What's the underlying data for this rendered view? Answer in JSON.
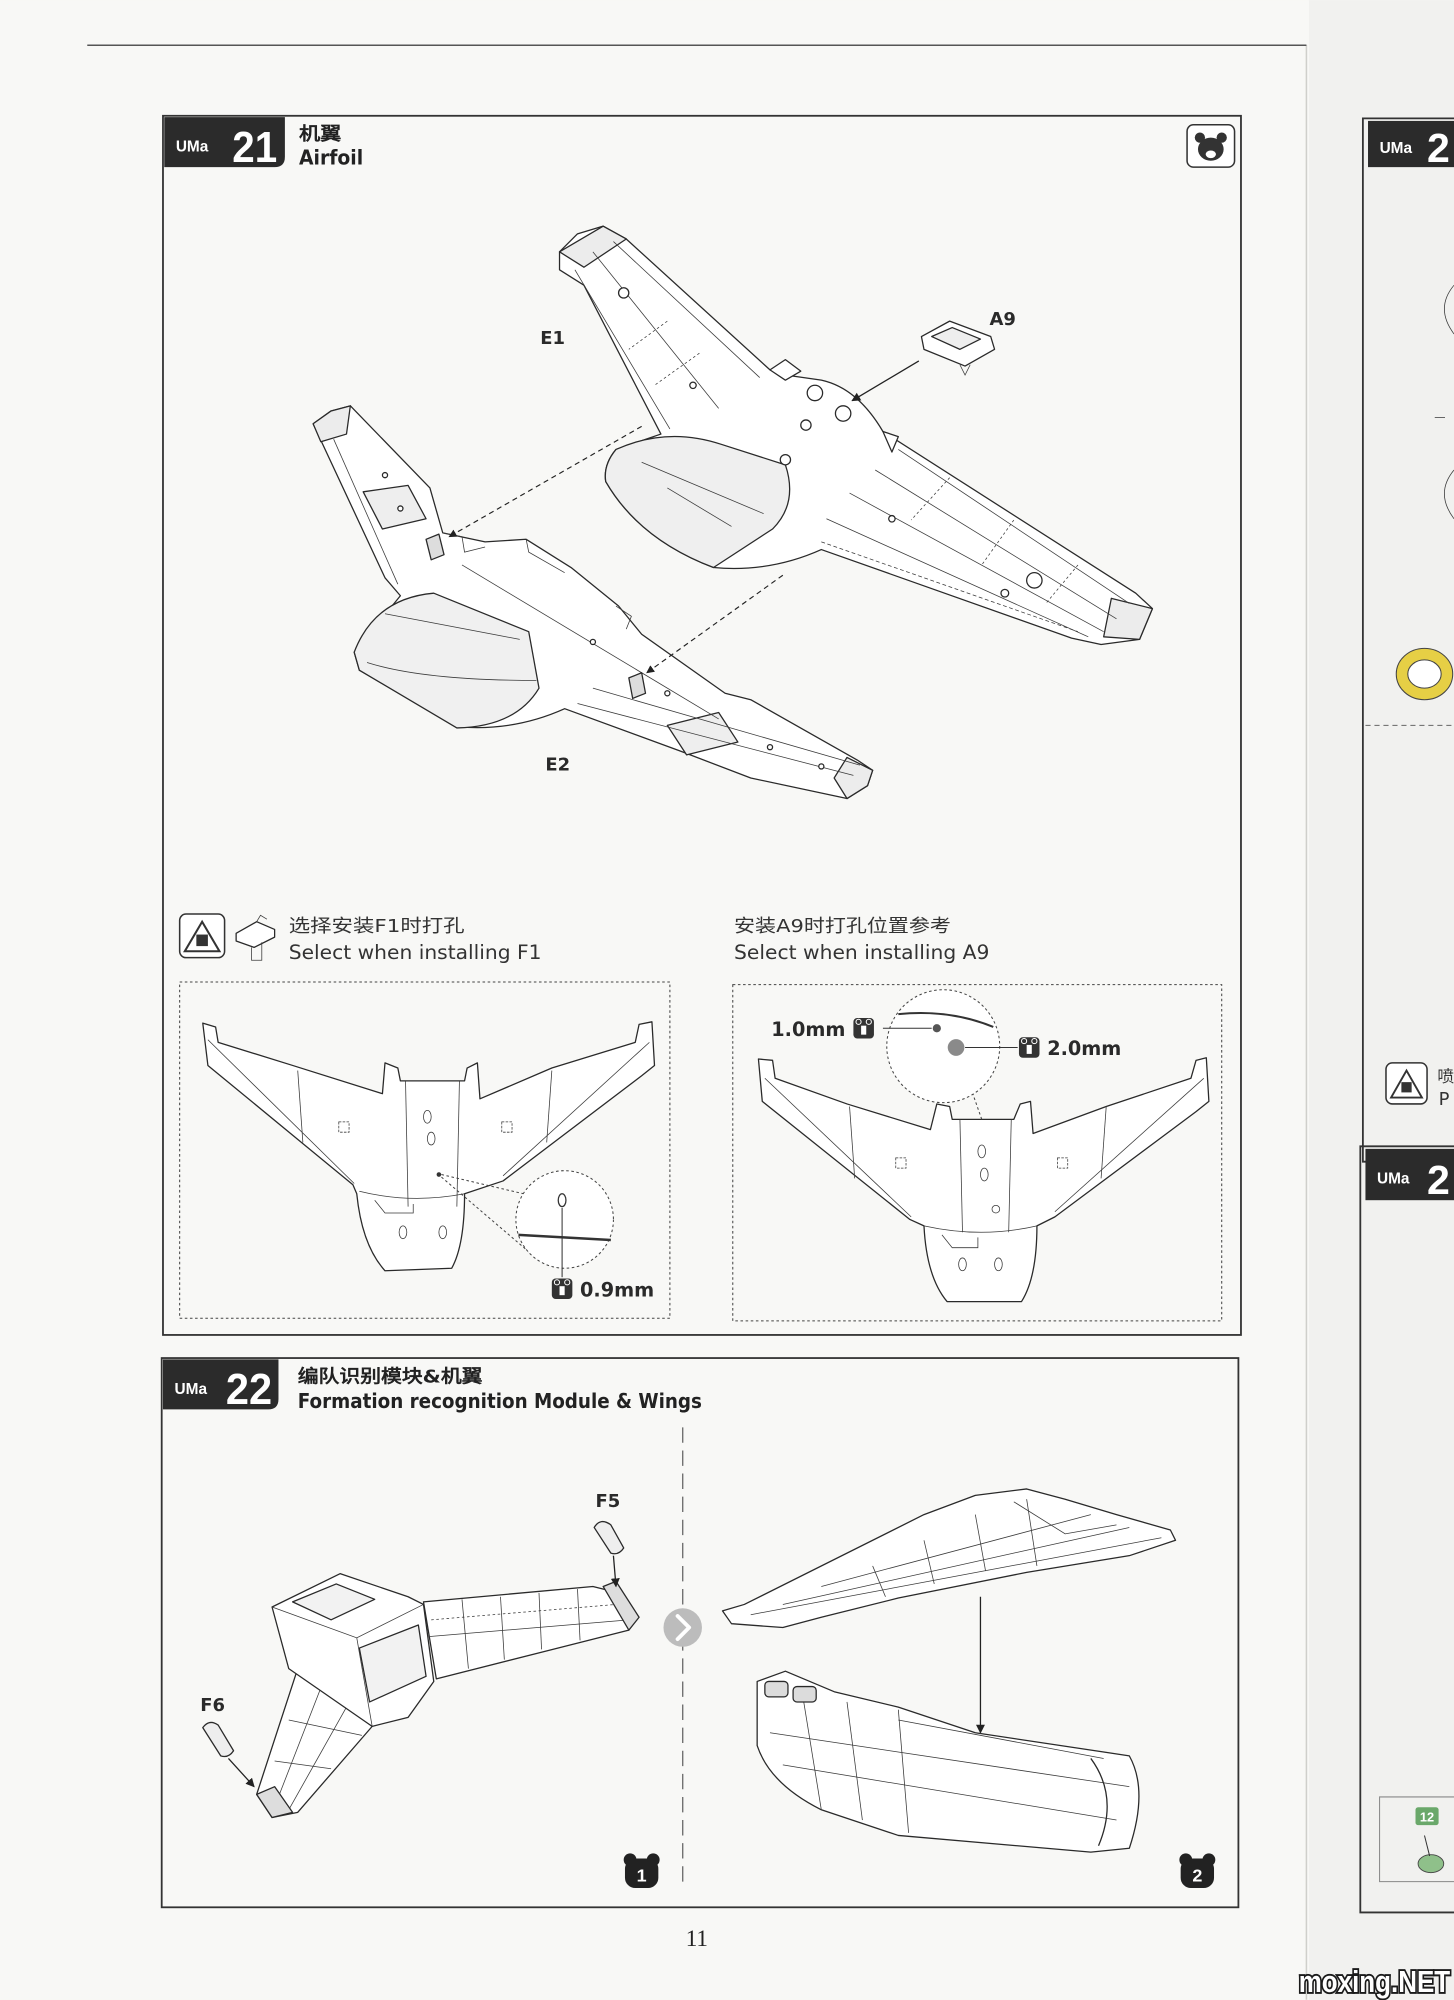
{
  "step21": {
    "badge_logo": "UMa",
    "number": "21",
    "title_cn": "机翼",
    "title_en": "Airfoil",
    "parts": {
      "e1": "E1",
      "a9": "A9",
      "e2": "E2"
    },
    "note_left": {
      "cn": "选择安装F1时打孔",
      "en": "Select when installing F1",
      "drill": "0.9mm"
    },
    "note_right": {
      "cn": "安装A9时打孔位置参考",
      "en": "Select when installing A9",
      "drill_small": "1.0mm",
      "drill_large": "2.0mm"
    }
  },
  "step22": {
    "badge_logo": "UMa",
    "number": "22",
    "title_cn": "编队识别模块&机翼",
    "title_en": "Formation recognition Module & Wings",
    "parts": {
      "f5": "F5",
      "f6": "F6"
    },
    "substeps": [
      "1",
      "2"
    ]
  },
  "page_number": "11",
  "watermark": "moxing.NET",
  "next_page": {
    "step_a": {
      "badge_logo": "UMa",
      "number": "2"
    },
    "step_b": {
      "badge_logo": "UMa",
      "number": "2"
    },
    "partial_cn": "喷",
    "partial_en": "P",
    "part_badge": "12"
  },
  "icons": {
    "step_marker": "bear-icon",
    "caution": "warning-icon",
    "drill": "drill-icon",
    "next": "chevron-right-icon"
  },
  "colors": {
    "badge": "#2b2b2b",
    "part_ring": "#e6cf45",
    "part_badge": "#6aa86a"
  }
}
